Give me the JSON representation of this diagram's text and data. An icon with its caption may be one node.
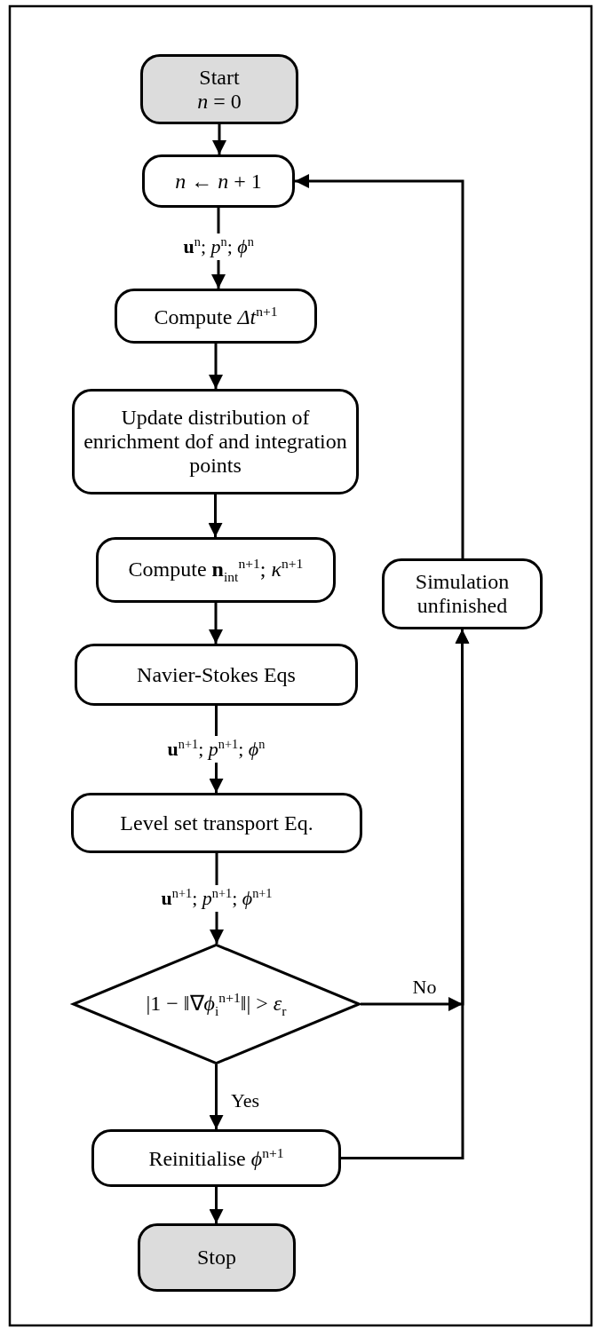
{
  "diagram": {
    "nodes": [
      {
        "text": [
          "Start",
          "*n* = 0"
        ]
      },
      {
        "text": [
          "*n* ← *n* + 1"
        ]
      },
      {
        "text": [
          "Compute *Δt*$^{n+1}$"
        ]
      },
      {
        "text": [
          "Update distribution of enrichment dof and integration points"
        ]
      },
      {
        "text": [
          "Compute **n**$_{int}$$^{n+1}$; *κ*$^{n+1}$"
        ]
      },
      {
        "text": [
          "Navier-Stokes Eqs"
        ]
      },
      {
        "text": [
          "Level set transport Eq."
        ]
      },
      {
        "text": [
          "|1 − ‖∇*ϕ*$_{i}$$^{n+1}$‖| > *ε*$_{r}$"
        ]
      },
      {
        "text": [
          "Reinitialise *ϕ*$^{n+1}$"
        ]
      },
      {
        "text": [
          "Stop"
        ]
      },
      {
        "text": [
          "Simulation unfinished"
        ]
      }
    ],
    "edges": [
      {
        "from": 0,
        "to": 1,
        "arrow": "to"
      },
      {
        "from": 1,
        "to": 2,
        "arrow": "to",
        "label": "**u**$^{n}$; *p*$^{n}$; *ϕ*$^{n}$"
      },
      {
        "from": 2,
        "to": 3,
        "arrow": "to"
      },
      {
        "from": 3,
        "to": 4,
        "arrow": "to"
      },
      {
        "from": 4,
        "to": 5,
        "arrow": "to"
      },
      {
        "from": 5,
        "to": 6,
        "arrow": "to",
        "label": "**u**$^{n+1}$; *p*$^{n+1}$; *ϕ*$^{n}$"
      },
      {
        "from": 6,
        "to": 7,
        "arrow": "to",
        "label": "**u**$^{n+1}$; *p*$^{n+1}$; *ϕ*$^{n+1}$"
      },
      {
        "from": 7,
        "to": 8,
        "arrow": "to",
        "label": "Yes"
      },
      {
        "from": 8,
        "to": 9,
        "arrow": "to"
      },
      {
        "from": 7,
        "to": 10,
        "arrow": "to",
        "label": "No"
      },
      {
        "from": 8,
        "to": 10,
        "arrow": "to"
      },
      {
        "from": 10,
        "to": 1,
        "arrow": "to"
      }
    ]
  }
}
